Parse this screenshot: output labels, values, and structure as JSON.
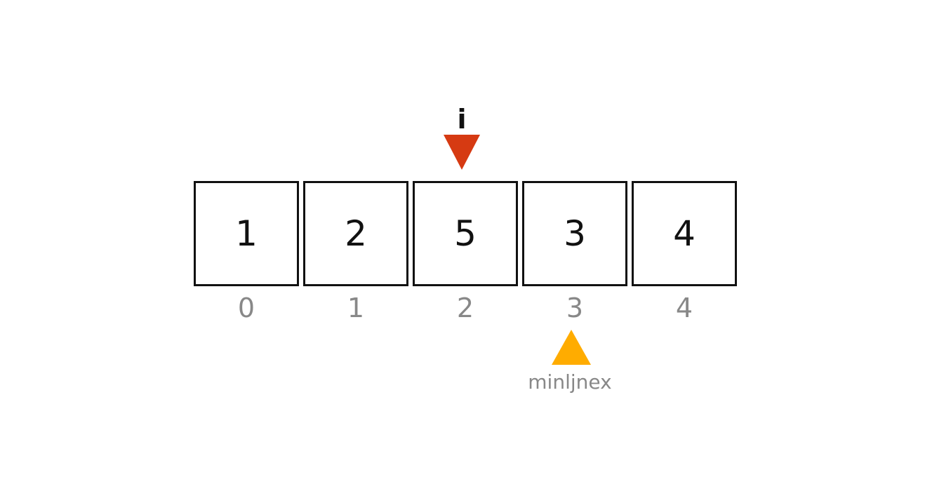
{
  "pointer_i": {
    "label": "i",
    "index": 2,
    "color": "#d63a12"
  },
  "array": {
    "cells": [
      "1",
      "2",
      "5",
      "3",
      "4"
    ],
    "indices": [
      "0",
      "1",
      "2",
      "3",
      "4"
    ]
  },
  "min_pointer": {
    "label": "minljnex",
    "index": 3,
    "color": "#ffac00"
  }
}
